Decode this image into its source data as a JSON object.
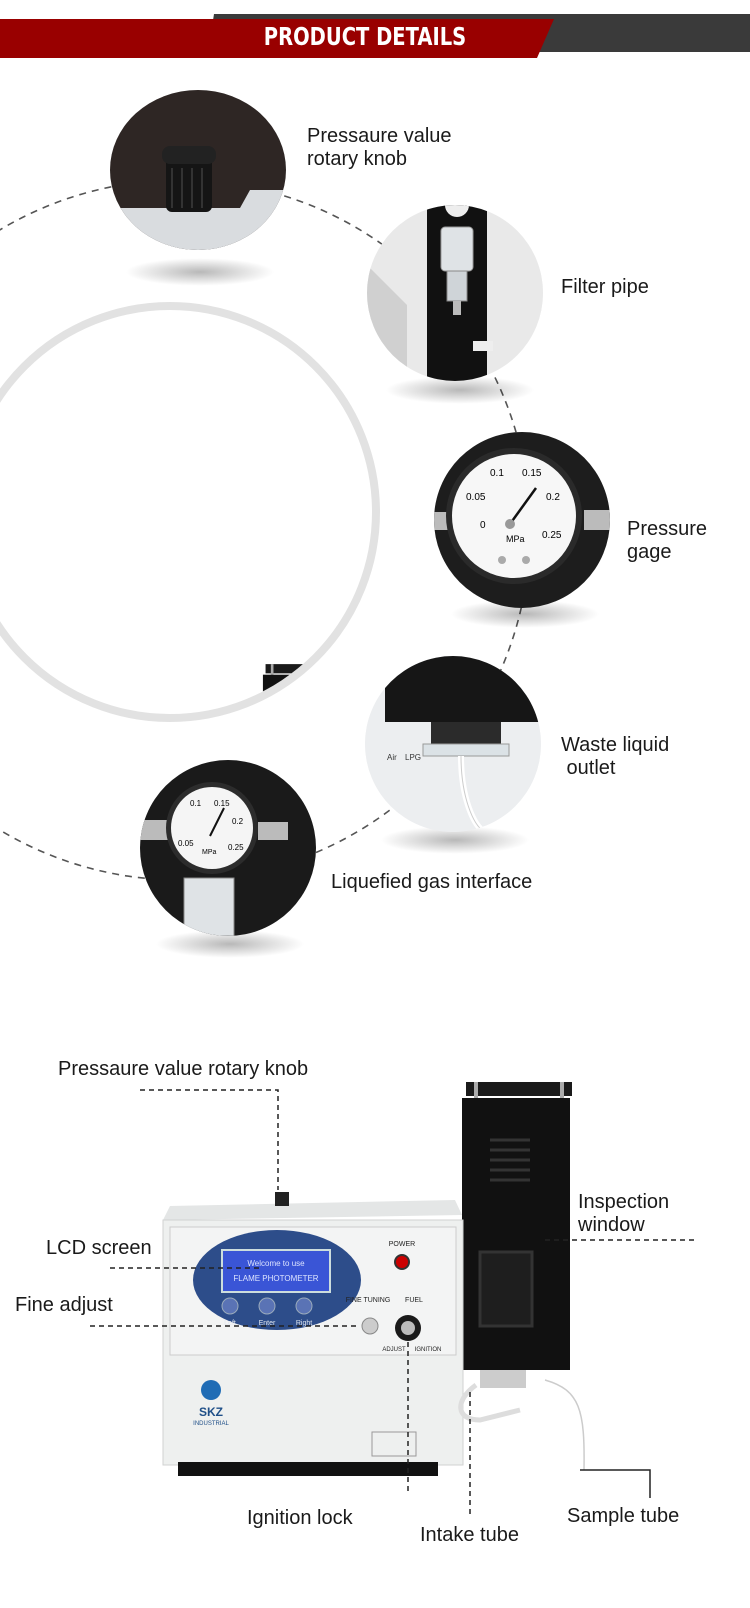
{
  "banner": {
    "title": "PRODUCT DETAILS",
    "colors": {
      "red": "#990000",
      "dark": "#3a3a3a"
    }
  },
  "details": [
    {
      "label_line1": "Pressaure value",
      "label_line2": "rotary knob"
    },
    {
      "label_line1": "Filter pipe"
    },
    {
      "label_line1": "Pressure",
      "label_line2": "gage",
      "gauge": {
        "ticks": [
          "0",
          "0.05",
          "0.1",
          "0.15",
          "0.2",
          "0.25"
        ],
        "unit": "MPa"
      }
    },
    {
      "label_line1": "Waste liquid",
      "label_line2": " outlet",
      "ports": [
        "Air",
        "LPG"
      ]
    },
    {
      "label_line1": "Liquefied gas interface",
      "gauge": {
        "ticks": [
          "0.05",
          "0.1",
          "0.15",
          "0.2",
          "0.25"
        ],
        "unit": "MPa"
      }
    }
  ],
  "device": {
    "lcd_line1": "Welcome to use",
    "lcd_line2": "FLAME PHOTOMETER",
    "buttons": [
      "Left",
      "Enter",
      "Right"
    ],
    "power": "POWER",
    "fine_tuning": "FINE TUNING",
    "fuel": "FUEL",
    "adjust": "ADJUST",
    "ignition": "IGNITION",
    "brand": "SKZ",
    "brand_sub": "INDUSTRIAL"
  },
  "callouts": {
    "knob": "Pressaure value rotary knob",
    "inspection_line1": "Inspection",
    "inspection_line2": "window",
    "lcd": "LCD screen",
    "fine_adjust": "Fine adjust",
    "ignition_lock": "Ignition lock",
    "intake_tube": "Intake tube",
    "sample_tube": "Sample tube"
  }
}
